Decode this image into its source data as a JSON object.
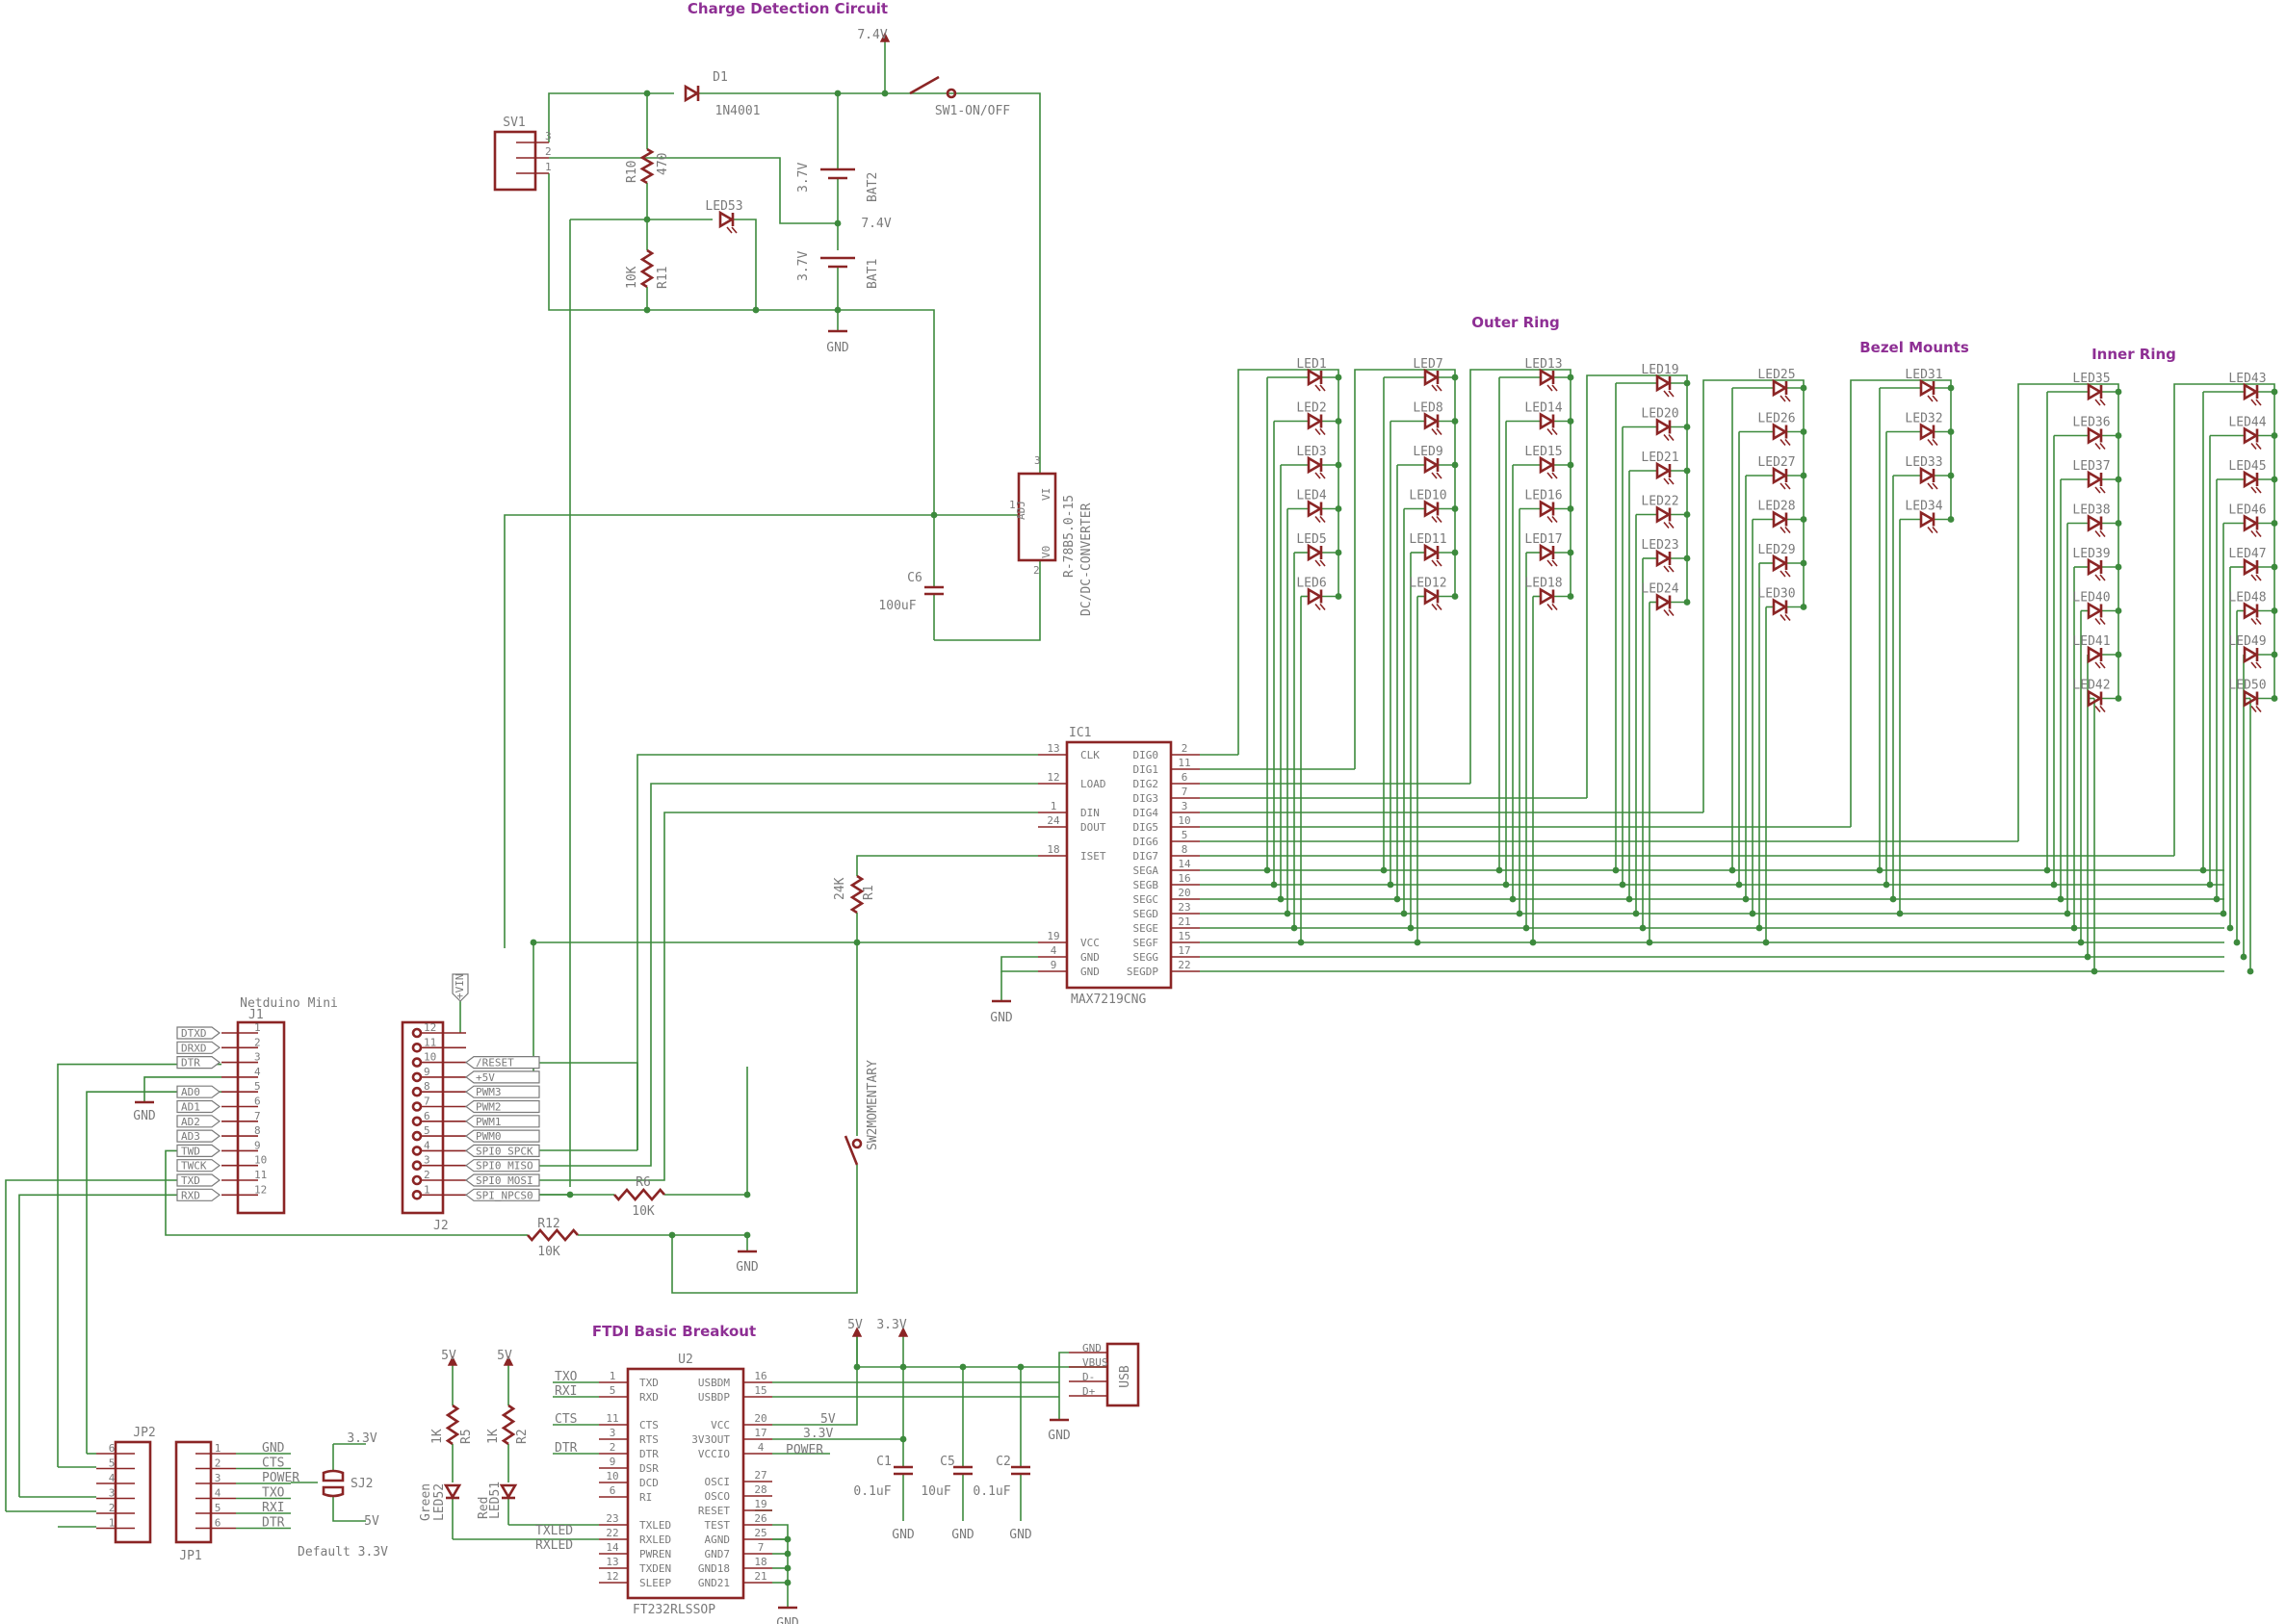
{
  "titles": {
    "charge": "Charge Detection Circuit",
    "outer": "Outer Ring",
    "bezel": "Bezel Mounts",
    "inner": "Inner Ring",
    "netduino": "Netduino Mini",
    "ftdi": "FTDI Basic Breakout",
    "default": "Default 3.3V"
  },
  "power": {
    "v74_top": "7.4V",
    "v74_mid": "7.4V",
    "gnd": "GND",
    "v5": "5V",
    "v33": "3.3V",
    "vin": "+VIN"
  },
  "charge": {
    "sv1": "SV1",
    "sv1_pins": [
      "3",
      "2",
      "1"
    ],
    "d1": "D1",
    "d1_val": "1N4001",
    "sw1": "SW1-ON/OFF",
    "r10": "R10",
    "r10_val": "470",
    "r11": "R11",
    "r11_val": "10K",
    "led53": "LED53",
    "bat2": "BAT2",
    "bat1": "BAT1",
    "bat_val": "3.7V",
    "reg_name": "R-78B5.0-15",
    "reg_type": "DC/DC-CONVERTER",
    "reg_pins": [
      "ADJ",
      "V0",
      "VI"
    ],
    "reg_pin_nums": [
      "1",
      "2",
      "3"
    ],
    "c6": "C6",
    "c6_val": "100uF"
  },
  "ic1": {
    "name": "IC1",
    "part": "MAX7219CNG",
    "left_pins": [
      {
        "num": "13",
        "label": "CLK"
      },
      {
        "num": "12",
        "label": "LOAD"
      },
      {
        "num": "1",
        "label": "DIN"
      },
      {
        "num": "24",
        "label": "DOUT"
      },
      {
        "num": "18",
        "label": "ISET"
      },
      {
        "num": "19",
        "label": "VCC"
      },
      {
        "num": "4",
        "label": "GND"
      },
      {
        "num": "9",
        "label": "GND"
      }
    ],
    "right_pins": [
      {
        "num": "2",
        "label": "DIG0"
      },
      {
        "num": "11",
        "label": "DIG1"
      },
      {
        "num": "6",
        "label": "DIG2"
      },
      {
        "num": "7",
        "label": "DIG3"
      },
      {
        "num": "3",
        "label": "DIG4"
      },
      {
        "num": "10",
        "label": "DIG5"
      },
      {
        "num": "5",
        "label": "DIG6"
      },
      {
        "num": "8",
        "label": "DIG7"
      },
      {
        "num": "14",
        "label": "SEGA"
      },
      {
        "num": "16",
        "label": "SEGB"
      },
      {
        "num": "20",
        "label": "SEGC"
      },
      {
        "num": "23",
        "label": "SEGD"
      },
      {
        "num": "21",
        "label": "SEGE"
      },
      {
        "num": "15",
        "label": "SEGF"
      },
      {
        "num": "17",
        "label": "SEGG"
      },
      {
        "num": "22",
        "label": "SEGDP"
      }
    ],
    "r1": "R1",
    "r1_val": "24K"
  },
  "leds": {
    "col1": [
      "LED1",
      "LED2",
      "LED3",
      "LED4",
      "LED5",
      "LED6"
    ],
    "col2": [
      "LED7",
      "LED8",
      "LED9",
      "LED10",
      "LED11",
      "LED12"
    ],
    "col3": [
      "LED13",
      "LED14",
      "LED15",
      "LED16",
      "LED17",
      "LED18"
    ],
    "col4": [
      "LED19",
      "LED20",
      "LED21",
      "LED22",
      "LED23",
      "LED24"
    ],
    "col5": [
      "LED25",
      "LED26",
      "LED27",
      "LED28",
      "LED29",
      "LED30"
    ],
    "col6": [
      "LED31",
      "LED32",
      "LED33",
      "LED34"
    ],
    "col7": [
      "LED35",
      "LED36",
      "LED37",
      "LED38",
      "LED39",
      "LED40",
      "LED41",
      "LED42"
    ],
    "col8": [
      "LED43",
      "LED44",
      "LED45",
      "LED46",
      "LED47",
      "LED48",
      "LED49",
      "LED50"
    ]
  },
  "j1": {
    "name": "J1",
    "nets": [
      "DTXD",
      "DRXD",
      "DTR",
      "",
      "",
      "AD0",
      "AD1",
      "AD2",
      "AD3",
      "TWD",
      "TWCK",
      "TXD",
      "RXD"
    ],
    "pins": [
      "1",
      "2",
      "3",
      "4",
      "5",
      "6",
      "7",
      "8",
      "9",
      "10",
      "11",
      "12"
    ],
    "j1_nets": [
      "DTXD",
      "DRXD",
      "DTR",
      "AD0",
      "AD1",
      "AD2",
      "AD3",
      "TWD",
      "TWCK",
      "TXD",
      "RXD"
    ]
  },
  "j2": {
    "name": "J2",
    "pins": [
      "12",
      "11",
      "10",
      "9",
      "8",
      "7",
      "6",
      "5",
      "4",
      "3",
      "2",
      "1"
    ],
    "nets": [
      "/RESET",
      "+5V",
      "PWM3",
      "PWM2",
      "PWM1",
      "PWM0",
      "SPI0_SPCK",
      "SPI0_MISO",
      "SPI0_MOSI",
      "SPI_NPCS0"
    ]
  },
  "misc": {
    "r6": "R6",
    "r6_val": "10K",
    "r12": "R12",
    "r12_val": "10K",
    "sw2": "SW2MOMENTARY"
  },
  "ftdi": {
    "u2": "U2",
    "part": "FT232RLSSOP",
    "left_pins": [
      {
        "num": "1",
        "label": "TXD"
      },
      {
        "num": "5",
        "label": "RXD"
      },
      {
        "num": "11",
        "label": "CTS"
      },
      {
        "num": "3",
        "label": "RTS"
      },
      {
        "num": "2",
        "label": "DTR"
      },
      {
        "num": "9",
        "label": "DSR"
      },
      {
        "num": "10",
        "label": "DCD"
      },
      {
        "num": "6",
        "label": "RI"
      },
      {
        "num": "23",
        "label": "TXLED"
      },
      {
        "num": "22",
        "label": "RXLED"
      },
      {
        "num": "14",
        "label": "PWREN"
      },
      {
        "num": "13",
        "label": "TXDEN"
      },
      {
        "num": "12",
        "label": "SLEEP"
      }
    ],
    "right_pins": [
      {
        "num": "16",
        "label": "USBDM"
      },
      {
        "num": "15",
        "label": "USBDP"
      },
      {
        "num": "20",
        "label": "VCC"
      },
      {
        "num": "17",
        "label": "3V3OUT"
      },
      {
        "num": "4",
        "label": "VCCIO"
      },
      {
        "num": "27",
        "label": "OSCI"
      },
      {
        "num": "28",
        "label": "OSCO"
      },
      {
        "num": "19",
        "label": "RESET"
      },
      {
        "num": "26",
        "label": "TEST"
      },
      {
        "num": "25",
        "label": "AGND"
      },
      {
        "num": "7",
        "label": "GND7"
      },
      {
        "num": "18",
        "label": "GND18"
      },
      {
        "num": "21",
        "label": "GND21"
      }
    ],
    "ext_left": {
      "txo": "TXO",
      "rxi": "RXI",
      "cts": "CTS",
      "dtr": "DTR",
      "txled": "TXLED",
      "rxled": "RXLED"
    },
    "ext_right": {
      "v5": "5V",
      "v33": "3.3V",
      "power": "POWER"
    },
    "usb": "USB",
    "usb_pins": [
      "GND",
      "VBUS",
      "D-",
      "D+"
    ],
    "c1": "C1",
    "c1_val": "0.1uF",
    "c5": "C5",
    "c5_val": "10uF",
    "c2": "C2",
    "c2_val": "0.1uF",
    "r5": "R5",
    "r5_val": "1K",
    "r2": "R2",
    "r2_val": "1K",
    "led52": "LED52",
    "led52_color": "Green",
    "led51": "LED51",
    "led51_color": "Red",
    "jp2": "JP2",
    "jp2_pins": [
      "6",
      "5",
      "4",
      "3",
      "2",
      "1"
    ],
    "jp1": "JP1",
    "jp1_pins": [
      "1",
      "2",
      "3",
      "4",
      "5",
      "6"
    ],
    "jp1_nets": [
      "GND",
      "CTS",
      "POWER",
      "TXO",
      "RXI",
      "DTR"
    ],
    "sj2": "SJ2",
    "sj2_top": "3.3V",
    "sj2_bot": "5V"
  }
}
